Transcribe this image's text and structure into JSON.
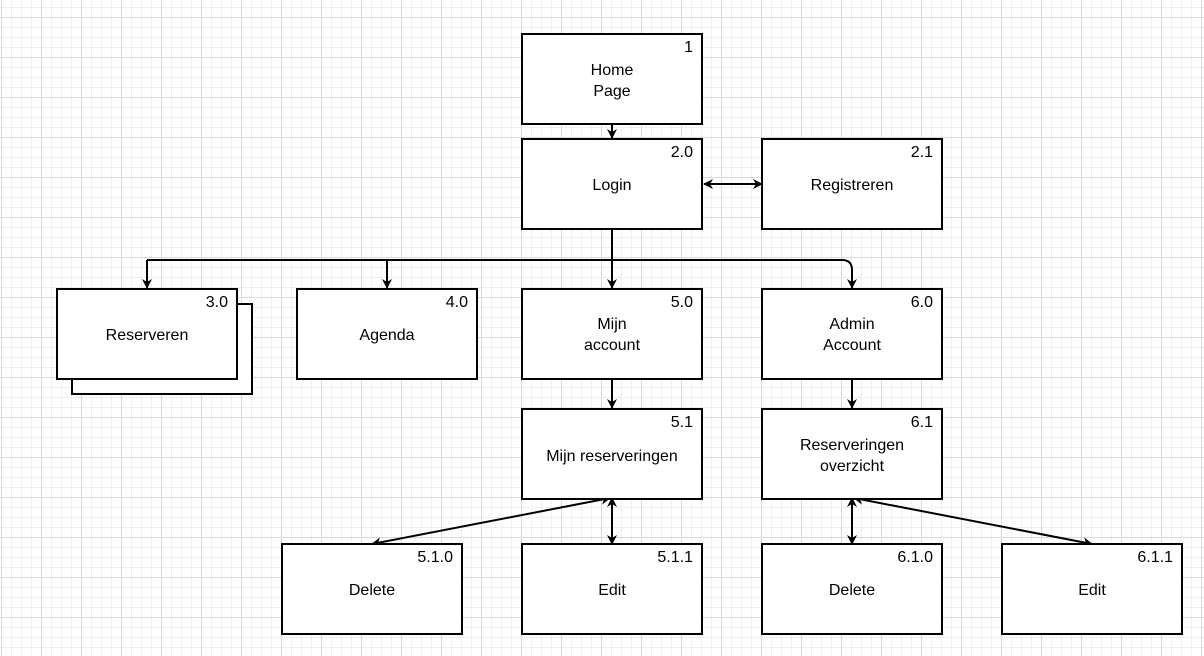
{
  "diagram": {
    "nodes": {
      "home": {
        "number": "1",
        "label": "Home\nPage"
      },
      "login": {
        "number": "2.0",
        "label": "Login"
      },
      "registreren": {
        "number": "2.1",
        "label": "Registreren"
      },
      "reserveren": {
        "number": "3.0",
        "label": "Reserveren"
      },
      "agenda": {
        "number": "4.0",
        "label": "Agenda"
      },
      "mijn_account": {
        "number": "5.0",
        "label": "Mijn\naccount"
      },
      "admin_account": {
        "number": "6.0",
        "label": "Admin\nAccount"
      },
      "mijn_res": {
        "number": "5.1",
        "label": "Mijn reserveringen"
      },
      "res_overzicht": {
        "number": "6.1",
        "label": "Reserveringen\noverzicht"
      },
      "delete_510": {
        "number": "5.1.0",
        "label": "Delete"
      },
      "edit_511": {
        "number": "5.1.1",
        "label": "Edit"
      },
      "delete_610": {
        "number": "6.1.0",
        "label": "Delete"
      },
      "edit_611": {
        "number": "6.1.1",
        "label": "Edit"
      }
    },
    "edges": [
      {
        "from": "home",
        "to": "login",
        "type": "one-way"
      },
      {
        "from": "login",
        "to": "registreren",
        "type": "two-way"
      },
      {
        "from": "login",
        "to": "reserveren",
        "type": "one-way"
      },
      {
        "from": "login",
        "to": "agenda",
        "type": "one-way"
      },
      {
        "from": "login",
        "to": "mijn_account",
        "type": "one-way"
      },
      {
        "from": "login",
        "to": "admin_account",
        "type": "one-way"
      },
      {
        "from": "mijn_account",
        "to": "mijn_res",
        "type": "one-way"
      },
      {
        "from": "admin_account",
        "to": "res_overzicht",
        "type": "one-way"
      },
      {
        "from": "mijn_res",
        "to": "delete_510",
        "type": "two-way"
      },
      {
        "from": "mijn_res",
        "to": "edit_511",
        "type": "two-way"
      },
      {
        "from": "res_overzicht",
        "to": "delete_610",
        "type": "two-way"
      },
      {
        "from": "res_overzicht",
        "to": "edit_611",
        "type": "two-way"
      }
    ]
  }
}
